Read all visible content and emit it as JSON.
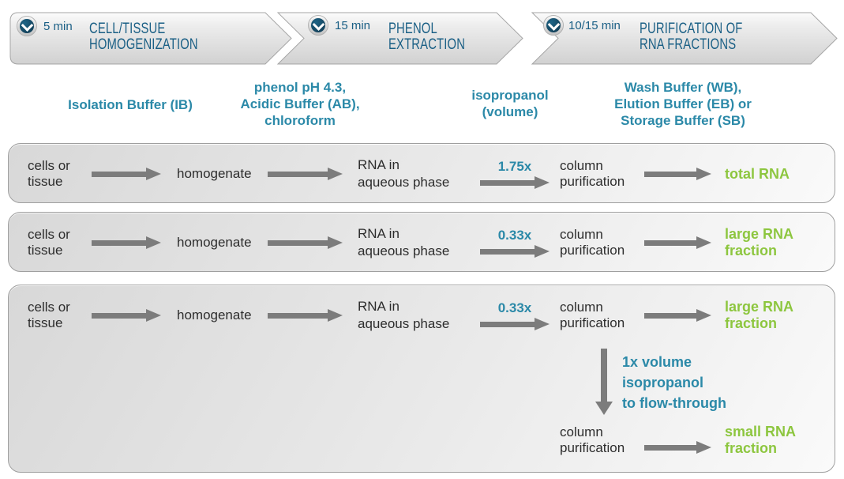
{
  "colors": {
    "navy": "#1a5f85",
    "teal": "#2b89a8",
    "green": "#8dc63f",
    "arrow": "#7c7c7c",
    "text": "#2d2d2d"
  },
  "icons": {
    "badge": "chevron-down-icon",
    "flow": "arrow-right-icon",
    "branch": "arrow-down-icon"
  },
  "banners": [
    {
      "time": "5 min",
      "title": [
        "CELL/TISSUE",
        "HOMOGENIZATION"
      ]
    },
    {
      "time": "15 min",
      "title": [
        "PHENOL",
        "EXTRACTION"
      ]
    },
    {
      "time": "10/15 min",
      "title": [
        "PURIFICATION OF",
        "RNA FRACTIONS"
      ]
    }
  ],
  "reagents": [
    {
      "lines": [
        "Isolation Buffer (IB)",
        "",
        ""
      ]
    },
    {
      "lines": [
        "phenol pH 4.3,",
        "Acidic Buffer (AB),",
        "chloroform"
      ]
    },
    {
      "lines": [
        "isopropanol",
        "(volume)",
        ""
      ]
    },
    {
      "lines": [
        "Wash Buffer (WB),",
        "Elution Buffer (EB) or",
        "Storage Buffer (SB)"
      ]
    }
  ],
  "rows": [
    {
      "source": [
        "cells or",
        "tissue"
      ],
      "homogenate": "homogenate",
      "aqueous": [
        "RNA in",
        "aqueous phase"
      ],
      "volume": "1.75x",
      "column": [
        "column",
        "purification"
      ],
      "result": [
        "total RNA",
        ""
      ]
    },
    {
      "source": [
        "cells or",
        "tissue"
      ],
      "homogenate": "homogenate",
      "aqueous": [
        "RNA in",
        "aqueous phase"
      ],
      "volume": "0.33x",
      "column": [
        "column",
        "purification"
      ],
      "result": [
        "large RNA",
        "fraction"
      ]
    },
    {
      "source": [
        "cells or",
        "tissue"
      ],
      "homogenate": "homogenate",
      "aqueous": [
        "RNA in",
        "aqueous phase"
      ],
      "volume": "0.33x",
      "column": [
        "column",
        "purification"
      ],
      "result": [
        "large RNA",
        "fraction"
      ],
      "branch": {
        "label": [
          "1x volume",
          "isopropanol",
          "to flow-through"
        ],
        "column": [
          "column",
          "purification"
        ],
        "result": [
          "small RNA",
          "fraction"
        ]
      }
    }
  ]
}
